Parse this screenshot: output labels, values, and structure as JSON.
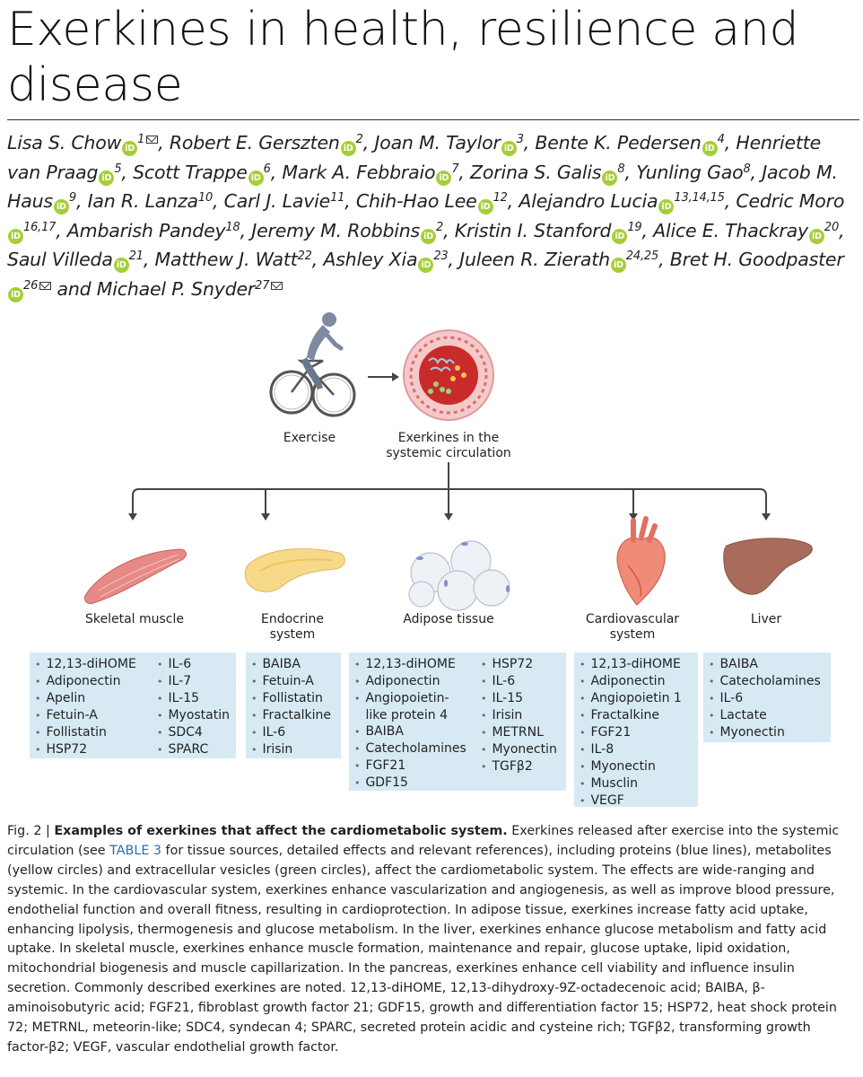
{
  "title": "Exerkines in health, resilience and disease",
  "authors": [
    {
      "name": "Lisa S. Chow",
      "aff": "1",
      "orcid": true,
      "corresponding": true,
      "sep": ", "
    },
    {
      "name": "Robert E. Gerszten",
      "aff": "2",
      "orcid": true,
      "sep": ", "
    },
    {
      "name": "Joan M. Taylor",
      "aff": "3",
      "orcid": true,
      "sep": ", "
    },
    {
      "name": "Bente K. Pedersen",
      "aff": "4",
      "orcid": true,
      "sep": ", "
    },
    {
      "name": "Henriette van Praag",
      "aff": "5",
      "orcid": true,
      "sep": ", "
    },
    {
      "name": "Scott Trappe",
      "aff": "6",
      "orcid": true,
      "sep": ", "
    },
    {
      "name": "Mark A. Febbraio",
      "aff": "7",
      "orcid": true,
      "sep": ", "
    },
    {
      "name": "Zorina S. Galis",
      "aff": "8",
      "orcid": true,
      "sep": ", "
    },
    {
      "name": "Yunling Gao",
      "aff": "8",
      "orcid": false,
      "sep": ", "
    },
    {
      "name": "Jacob M. Haus",
      "aff": "9",
      "orcid": true,
      "sep": ", "
    },
    {
      "name": "Ian R. Lanza",
      "aff": "10",
      "orcid": false,
      "sep": ", "
    },
    {
      "name": "Carl J. Lavie",
      "aff": "11",
      "orcid": false,
      "sep": ", "
    },
    {
      "name": "Chih-Hao Lee",
      "aff": "12",
      "orcid": true,
      "sep": ", "
    },
    {
      "name": "Alejandro Lucia",
      "aff": "13,14,15",
      "orcid": true,
      "sep": ", "
    },
    {
      "name": "Cedric Moro",
      "aff": "16,17",
      "orcid": true,
      "sep": ", "
    },
    {
      "name": "Ambarish Pandey",
      "aff": "18",
      "orcid": false,
      "sep": ", "
    },
    {
      "name": "Jeremy M. Robbins",
      "aff": "2",
      "orcid": true,
      "sep": ", "
    },
    {
      "name": "Kristin I. Stanford",
      "aff": "19",
      "orcid": true,
      "sep": ", "
    },
    {
      "name": "Alice E. Thackray",
      "aff": "20",
      "orcid": true,
      "sep": ", "
    },
    {
      "name": "Saul Villeda",
      "aff": "21",
      "orcid": true,
      "sep": ", "
    },
    {
      "name": "Matthew J. Watt",
      "aff": "22",
      "orcid": false,
      "sep": ", "
    },
    {
      "name": "Ashley Xia",
      "aff": "23",
      "orcid": true,
      "sep": ", "
    },
    {
      "name": "Juleen R. Zierath",
      "aff": "24,25",
      "orcid": true,
      "sep": ", "
    },
    {
      "name": "Bret H. Goodpaster",
      "aff": "26",
      "orcid": true,
      "corresponding": true,
      "sep": " and "
    },
    {
      "name": "Michael P. Snyder",
      "aff": "27",
      "orcid": false,
      "corresponding": true,
      "sep": ""
    }
  ],
  "orcid_label": "iD",
  "figure": {
    "exercise_label": "Exercise",
    "circulation_label": "Exerkines in the systemic circulation",
    "tissues": [
      {
        "label": "Skeletal muscle",
        "columns": [
          [
            "12,13-diHOME",
            "Adiponectin",
            "Apelin",
            "Fetuin-A",
            "Follistatin",
            "HSP72"
          ],
          [
            "IL-6",
            "IL-7",
            "IL-15",
            "Myostatin",
            "SDC4",
            "SPARC"
          ]
        ]
      },
      {
        "label": "Endocrine system",
        "columns": [
          [
            "BAIBA",
            "Fetuin-A",
            "Follistatin",
            "Fractalkine",
            "IL-6",
            "Irisin"
          ]
        ]
      },
      {
        "label": "Adipose tissue",
        "columns": [
          [
            "12,13-diHOME",
            "Adiponectin",
            "Angiopoietin-",
            "like protein 4",
            "BAIBA",
            "Catecholamines",
            "FGF21",
            "GDF15"
          ],
          [
            "HSP72",
            "IL-6",
            "IL-15",
            "Irisin",
            "METRNL",
            "Myonectin",
            "TGFβ2"
          ]
        ]
      },
      {
        "label": "Cardiovascular system",
        "columns": [
          [
            "12,13-diHOME",
            "Adiponectin",
            "Angiopoietin 1",
            "Fractalkine",
            "FGF21",
            "IL-8",
            "Myonectin",
            "Musclin",
            "VEGF"
          ]
        ]
      },
      {
        "label": "Liver",
        "columns": [
          [
            "BAIBA",
            "Catecholamines",
            "IL-6",
            "Lactate",
            "Myonectin"
          ]
        ]
      }
    ]
  },
  "caption": {
    "fig_label": "Fig. 2 | ",
    "heading": "Examples of exerkines that affect the cardiometabolic system.",
    "text_before_ref": " Exerkines released after exercise into the systemic circulation (see ",
    "table_ref": "TABLE 3",
    "text_after_ref": " for tissue sources, detailed effects and relevant references), including proteins (blue lines), metabolites (yellow circles) and extracellular vesicles (green circles), affect the cardiometabolic system. The effects are wide-ranging and systemic. In the cardiovascular system, exerkines enhance vascularization and angiogenesis, as well as improve blood pressure, endothelial function and overall fitness, resulting in cardioprotection. In adipose tissue, exerkines increase fatty acid uptake, enhancing lipolysis, thermogenesis and glucose metabolism. In the liver, exerkines enhance glucose metabolism and fatty acid uptake. In skeletal muscle, exerkines enhance muscle formation, maintenance and repair, glucose uptake, lipid oxidation, mitochondrial biogenesis and muscle capillarization. In the pancreas, exerkines enhance cell viability and influence insulin secretion. Commonly described exerkines are noted. 12,13-diHOME, 12,13-dihydroxy-9Z-octadecenoic acid; BAIBA, β-aminoisobutyric acid; FGF21, fibroblast growth factor 21; GDF15, growth and differentiation factor 15; HSP72, heat shock protein 72; METRNL, meteorin-like; SDC4, syndecan 4; SPARC, secreted protein acidic and cysteine rich; TGFβ2, transforming growth factor-β2; VEGF, vascular endothelial growth factor."
  }
}
